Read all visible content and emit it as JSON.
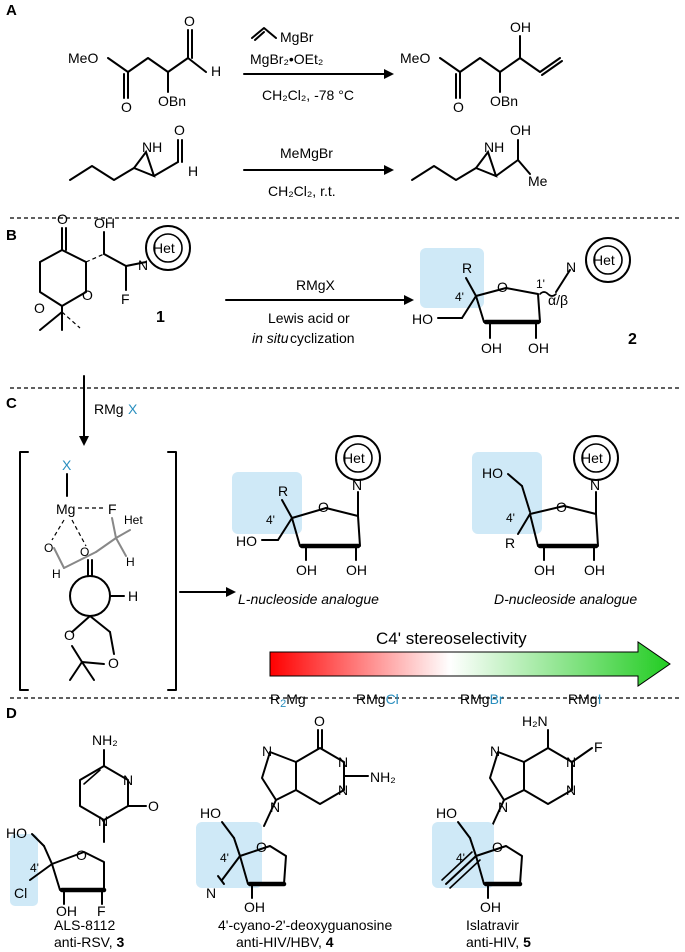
{
  "panels": {
    "a": "A",
    "b": "B",
    "c": "C",
    "d": "D"
  },
  "section_a": {
    "row1": {
      "reactant_ester": "MeO",
      "reactant_obn": "OBn",
      "reactant_h": "H",
      "reagent_top": "MgBr",
      "reagent_mid": "MgBr₂•OEt₂",
      "conditions": "CH₂Cl₂, -78 °C",
      "product_ester": "MeO",
      "product_oh": "OH",
      "product_obn": "OBn"
    },
    "row2": {
      "reactant_nh": "NH",
      "reactant_h": "H",
      "reagent": "MeMgBr",
      "conditions": "CH₂Cl₂, r.t.",
      "product_nh": "NH",
      "product_oh": "OH",
      "product_me": "Me"
    }
  },
  "section_b": {
    "compound1": "1",
    "compound2": "2",
    "oh": "OH",
    "f": "F",
    "het": "Het",
    "reagent": "RMgX",
    "condition_line1": "Lewis acid or",
    "condition_line2_italic": "in situ",
    "condition_line2_rest": " cyclization",
    "r": "R",
    "c4": "4'",
    "c1": "1'",
    "anomer": "α/β",
    "ho": "HO",
    "oh1": "OH",
    "oh2": "OH"
  },
  "section_c": {
    "reagent_prefix": "RMg",
    "reagent_x": "X",
    "ts_x": "X",
    "ts_mg": "Mg",
    "ts_f": "F",
    "ts_het": "Het",
    "ts_h1": "H",
    "ts_h2": "H",
    "ts_h3": "H",
    "ts_o1": "O",
    "ts_o2": "O",
    "ts_o3": "O",
    "ts_o4": "O",
    "l_label": "L-nucleoside analogue",
    "d_label": "D-nucleoside analogue",
    "l_r": "R",
    "l_c4": "4'",
    "l_ho": "HO",
    "l_oh1": "OH",
    "l_oh2": "OH",
    "l_het": "Het",
    "d_r": "R",
    "d_c4": "4'",
    "d_ho": "HO",
    "d_oh1": "OH",
    "d_oh2": "OH",
    "d_het": "Het",
    "selectivity_title": "C4' stereoselectivity",
    "scale": [
      {
        "prefix": "R",
        "blue": "2",
        "suffix": "Mg"
      },
      {
        "prefix": "RMg",
        "blue": "Cl",
        "suffix": ""
      },
      {
        "prefix": "RMg",
        "blue": "Br",
        "suffix": ""
      },
      {
        "prefix": "RMg",
        "blue": "I",
        "suffix": ""
      }
    ],
    "gradient_colors": [
      "#ff0000",
      "#ffffff",
      "#22cc22"
    ]
  },
  "section_d": {
    "c3": {
      "nh2": "NH₂",
      "n": "N",
      "o": "O",
      "ho": "HO",
      "c4": "4'",
      "cl": "Cl",
      "oh": "OH",
      "f": "F",
      "name": "ALS-8112",
      "activity": "anti-RSV, ",
      "number": "3"
    },
    "c4": {
      "o_top": "O",
      "nh2": "NH₂",
      "ho": "HO",
      "c4": "4'",
      "n_cyano": "N",
      "oh": "OH",
      "name": "4'-cyano-2'-deoxyguanosine",
      "activity": "anti-HIV/HBV, ",
      "number": "4"
    },
    "c5": {
      "h2n": "H₂N",
      "f": "F",
      "ho": "HO",
      "c4": "4'",
      "oh": "OH",
      "name": "Islatravir",
      "activity": "anti-HIV, ",
      "number": "5"
    }
  }
}
